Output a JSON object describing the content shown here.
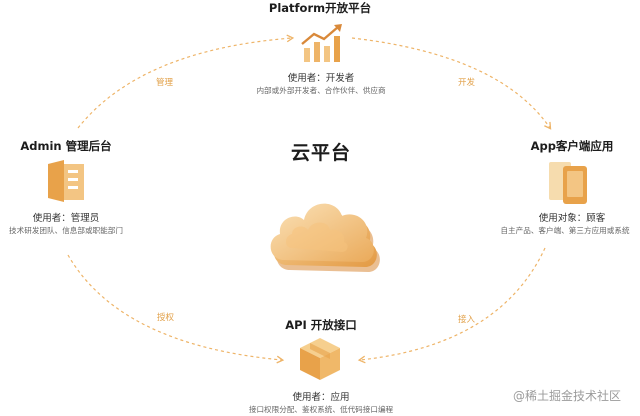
{
  "center": {
    "title": "云平台"
  },
  "nodes": {
    "platform": {
      "title": "Platform开放平台",
      "user": "使用者：开发者",
      "desc": "内部或外部开发者、合作伙伴、供应商"
    },
    "app": {
      "title": "App客户端应用",
      "user": "使用对象：顾客",
      "desc": "自主产品、客户端、第三方应用或系统"
    },
    "api": {
      "title": "API 开放接口",
      "user": "使用者：应用",
      "desc": "接口权限分配、鉴权系统、低代码接口编程"
    },
    "admin": {
      "title": "Admin 管理后台",
      "user": "使用者：管理员",
      "desc": "技术研发团队、信息部或职能部门"
    }
  },
  "arc_labels": {
    "manage": "管理",
    "develop": "开发",
    "access": "接入",
    "authorize": "授权"
  },
  "watermark": "@稀土掘金技术社区",
  "colors": {
    "accent": "#e8a24a",
    "accent_light": "#f6cf8e",
    "accent_dark": "#d9893a",
    "dash": "#eeb468"
  },
  "icons": {
    "platform": "growth-chart-icon",
    "app": "mobile-app-icon",
    "api": "cube-icon",
    "admin": "admin-panel-icon",
    "center": "cloud-icon"
  }
}
